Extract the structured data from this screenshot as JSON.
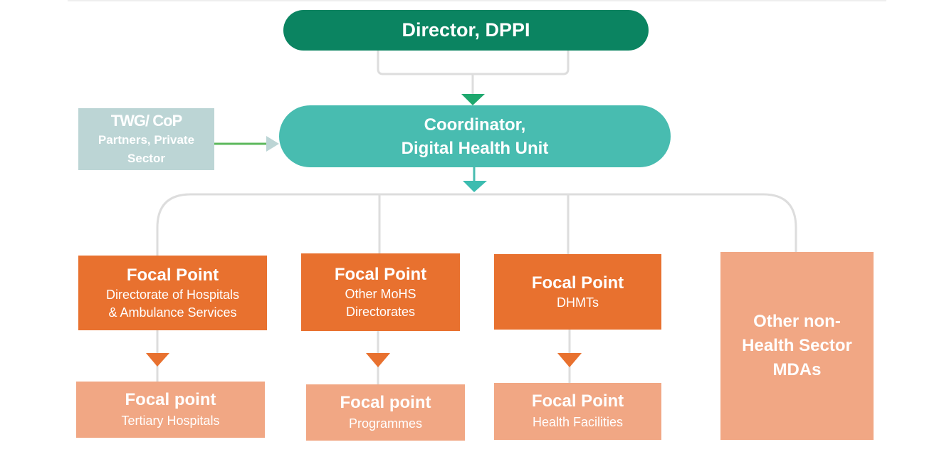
{
  "director": {
    "title": "Director, DPPI"
  },
  "coordinator": {
    "line1": "Coordinator,",
    "line2": "Digital Health Unit"
  },
  "twg": {
    "title": "TWG/ CoP",
    "line1": "Partners, Private",
    "line2": "Sector"
  },
  "focal_points": [
    {
      "title": "Focal Point",
      "line1": "Directorate of Hospitals",
      "line2": "& Ambulance Services"
    },
    {
      "title": "Focal Point",
      "line1": "Other MoHS",
      "line2": "Directorates"
    },
    {
      "title": "Focal Point",
      "line1": "DHMTs"
    }
  ],
  "other_mdas": {
    "line1": "Other non-",
    "line2": "Health Sector",
    "line3": "MDAs"
  },
  "sub_focal_points": [
    {
      "title": "Focal point",
      "subtitle": "Tertiary Hospitals"
    },
    {
      "title": "Focal point",
      "subtitle": "Programmes"
    },
    {
      "title": "Focal Point",
      "subtitle": "Health Facilities"
    }
  ],
  "colors": {
    "director": "#0b8461",
    "coordinator": "#48bcb0",
    "twg": "#bcd5d5",
    "focal_dark": "#e8712f",
    "focal_light": "#f1a784",
    "connector": "#dddddd"
  }
}
